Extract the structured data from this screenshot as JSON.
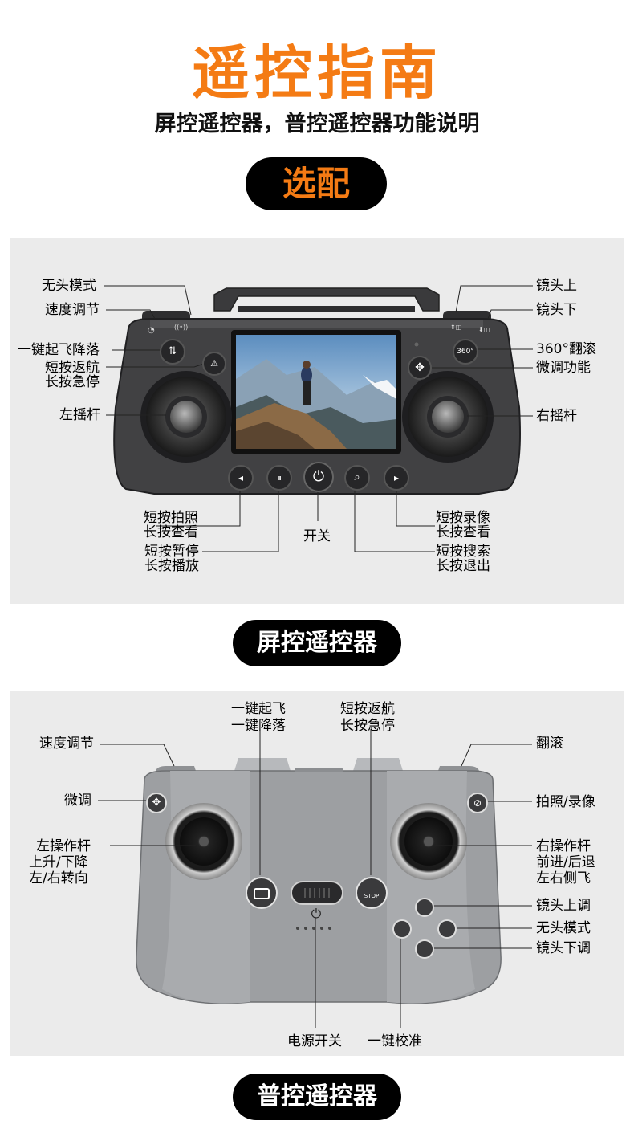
{
  "header": {
    "title": "遥控指南",
    "subtitle": "屏控遥控器，普控遥控器功能说明",
    "badge": "选配"
  },
  "screen_controller": {
    "section_label": "屏控遥控器",
    "labels": {
      "headless_mode": "无头模式",
      "speed_adjust": "速度调节",
      "takeoff_land": "一键起飞降落",
      "return_stop_line1": "短按返航",
      "return_stop_line2": "长按急停",
      "left_stick": "左摇杆",
      "camera_up": "镜头上",
      "camera_down": "镜头下",
      "flip_360": "360°翻滚",
      "trim": "微调功能",
      "right_stick": "右摇杆",
      "photo_line1": "短按拍照",
      "photo_line2": "长按查看",
      "pause_line1": "短按暂停",
      "pause_line2": "长按播放",
      "power": "开关",
      "video_line1": "短按录像",
      "video_line2": "长按查看",
      "search_line1": "短按搜索",
      "search_line2": "长按退出"
    },
    "button_icons": {
      "takeoff": "⇅",
      "return": "⚠",
      "flip": "360°",
      "trim": "✥",
      "photo": "◂",
      "pause": "⏸",
      "power": "⏻",
      "search": "⌕",
      "video": "▸"
    }
  },
  "standard_controller": {
    "section_label": "普控遥控器",
    "labels": {
      "takeoff_line1": "一键起飞",
      "takeoff_line2": "一键降落",
      "return_line1": "短按返航",
      "return_line2": "长按急停",
      "speed_adjust": "速度调节",
      "flip": "翻滚",
      "trim": "微调",
      "photo_video": "拍照/录像",
      "left_stick_line1": "左操作杆",
      "left_stick_line2": "上升/下降",
      "left_stick_line3": "左/右转向",
      "right_stick_line1": "右操作杆",
      "right_stick_line2": "前进/后退",
      "right_stick_line3": "左右侧飞",
      "camera_up": "镜头上调",
      "headless_mode": "无头模式",
      "camera_down": "镜头下调",
      "power": "电源开关",
      "calibrate": "一键校准"
    },
    "button_icons": {
      "trim": "✥",
      "photo": "⊘",
      "stop": "STOP",
      "power": "⏻"
    }
  },
  "colors": {
    "accent": "#f47b14",
    "panel_bg": "#ebebeb",
    "pill_bg": "#000000"
  }
}
